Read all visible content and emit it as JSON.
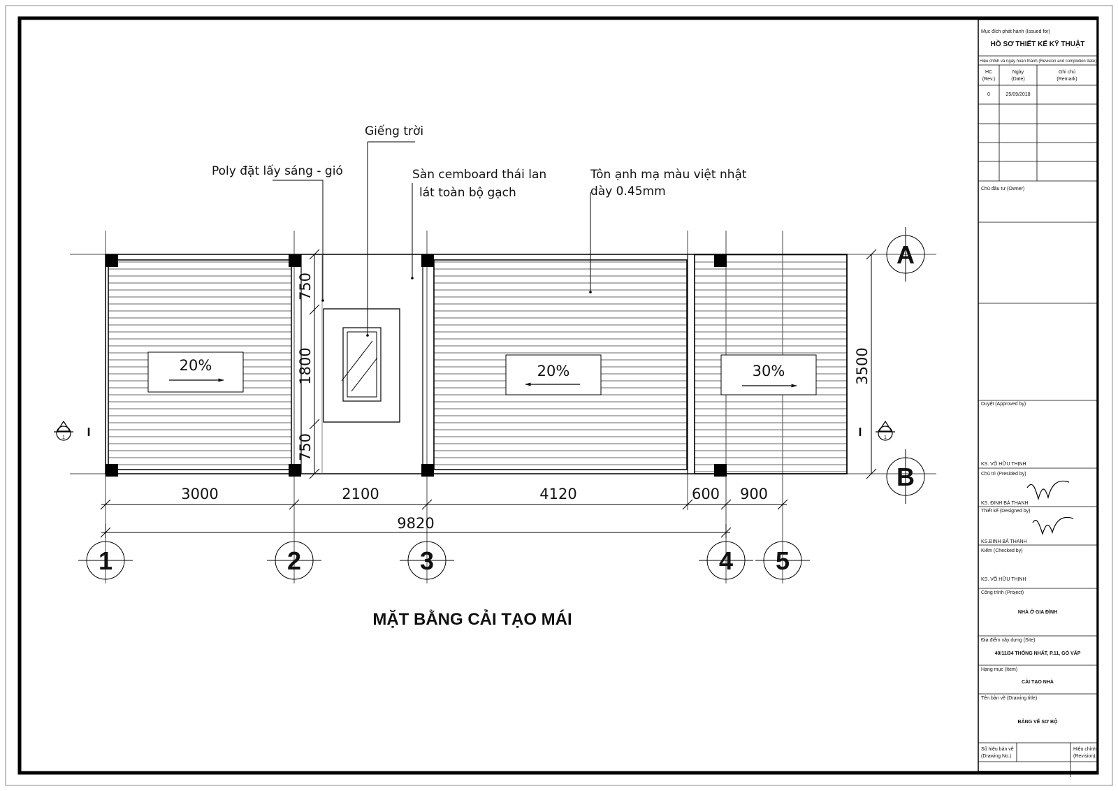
{
  "drawing": {
    "title": "MẶT BẰNG  CẢI TẠO MÁI",
    "notes": {
      "skylight": "Giếng trời",
      "poly": "Poly đặt lấy sáng - gió",
      "floor_line1": "Sàn cemboard thái lan",
      "floor_line2": "lát toàn bộ gạch",
      "roof_line1": "Tôn ạnh mạ màu việt nhật",
      "roof_line2": "dày 0.45mm"
    },
    "slopes": [
      "20%",
      "20%",
      "30%"
    ],
    "dims_horizontal": [
      "3000",
      "2100",
      "4120",
      "600",
      "900"
    ],
    "dim_total": "9820",
    "dims_vertical": [
      "750",
      "1800",
      "750"
    ],
    "dim_overall_vertical": "3500",
    "grid_columns": [
      "1",
      "2",
      "3",
      "4",
      "5"
    ],
    "grid_rows": [
      "A",
      "B"
    ],
    "section_mark": "1"
  },
  "title_block": {
    "issued_for_label": "Mục đích phát hành (Issued for)",
    "issued_for_value": "HỒ SƠ THIẾT KẾ KỸ THUẬT",
    "revision_header": "Hiệu chỉnh và ngày hoàn thành (Revision and completion date)",
    "col_rev_1": "HC",
    "col_rev_2": "(Rev.)",
    "col_date_1": "Ngày",
    "col_date_2": "(Date)",
    "col_remark_1": "Ghi chú",
    "col_remark_2": "(Remark)",
    "rev_value": "0",
    "date_value": "25/09/2018",
    "owner_label": "Chủ đầu tư (Owner)",
    "approved_label": "Duyệt (Approved by)",
    "approved_name": "KS. VÕ HỮU THỊNH",
    "presided_label": "Chủ trì (Presided by)",
    "presided_name": "KS. ĐINH BÁ THANH",
    "designed_label": "Thiết kế (Designed by)",
    "designed_name": "KS.ĐINH BÁ THANH",
    "checked_label": "Kiểm (Checked by)",
    "checked_name": "KS. VÕ HỮU THỊNH",
    "project_label": "Công trình (Project)",
    "project_value": "NHÀ Ở GIA ĐÌNH",
    "site_label": "Địa điểm xây dựng (Site)",
    "site_value": "40/11/34 THỐNG NHẤT, P.11, GÒ VẤP",
    "item_label": "Hạng mục (Item)",
    "item_value": "CẢI TẠO NHÀ",
    "drawing_title_label": "Tên bản vẽ (Drawing title)",
    "drawing_title_value": "BẢNG VẼ SƠ BỘ",
    "drawing_no_1": "Số hiệu bản vẽ",
    "drawing_no_2": "(Drawing No.)",
    "revision_1": "Hiệu chỉnh",
    "revision_2": "(Revision)"
  }
}
